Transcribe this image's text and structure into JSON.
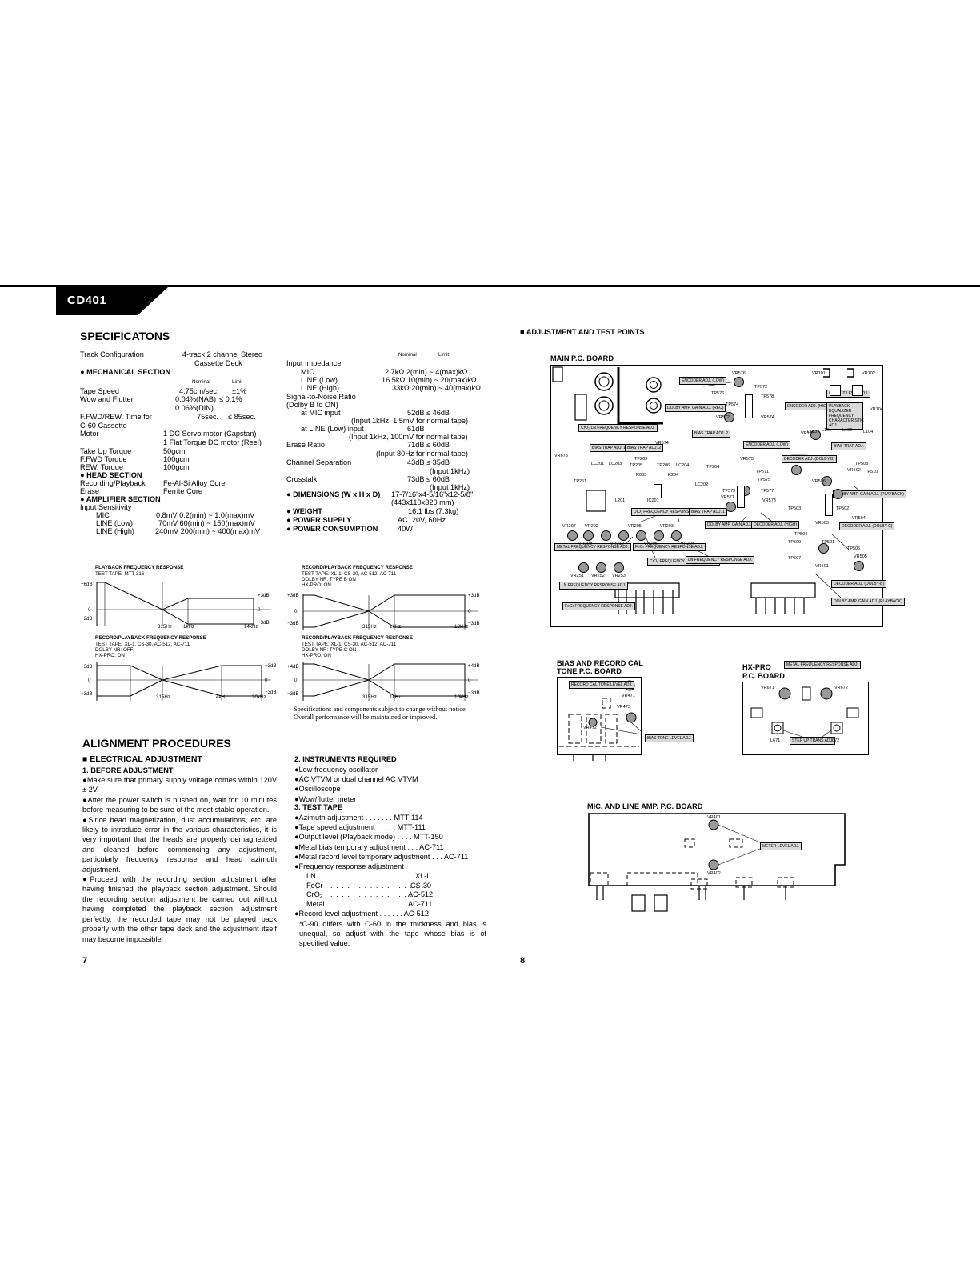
{
  "header": {
    "model": "CD401"
  },
  "specs": {
    "title": "SPECIFICATONS",
    "track_config_label": "Track Configuration",
    "track_config_value1": "4-track 2 channel Stereo",
    "track_config_value2": "Cassette Deck",
    "mechanical_heading": "●  MECHANICAL SECTION",
    "col_nominal": "Nominal",
    "col_limit": "Limit",
    "tape_speed": {
      "label": "Tape Speed",
      "nominal": "4.75cm/sec.",
      "limit": "±1%"
    },
    "wow": {
      "label": "Wow and Flutter",
      "nominal": "0.04%(NAB)",
      "limit": "≤  0.1%",
      "nominal2": "0.06%(DIN)"
    },
    "ffwd_time": {
      "label": "F.FWD/REW. Time for",
      "label2": "C-60 Cassette",
      "nominal": "75sec.",
      "limit": "≤  85sec."
    },
    "motor": {
      "label": "Motor",
      "value1": "1 DC Servo motor (Capstan)",
      "value2": "1 Flat Torque DC motor (Reel)"
    },
    "take_up": {
      "label": "Take Up Torque",
      "value": "50gcm"
    },
    "ffwd_torque": {
      "label": "F.FWD Torque",
      "value": "100gcm"
    },
    "rew_torque": {
      "label": "REW. Torque",
      "value": "100gcm"
    },
    "head_heading": "●  HEAD SECTION",
    "rec_pb": {
      "label": "Recording/Playback",
      "value": "Fe-Al-Si Alloy Core"
    },
    "erase": {
      "label": "Erase",
      "value": "Ferrite Core"
    },
    "amp_heading": "●  AMPLIFIER SECTION",
    "input_sens": "Input Sensitivity",
    "sens_rows": [
      {
        "label": "MIC",
        "value": "0.8mV  0.2(min) ~  1.0(max)mV"
      },
      {
        "label": "LINE (Low)",
        "value": "70mV  60(min) ~ 150(max)mV"
      },
      {
        "label": "LINE (High)",
        "value": "240mV  200(min) ~ 400(max)mV"
      }
    ],
    "right_nominal": "Nominal",
    "right_limit": "Limit",
    "input_impedance": "Input Impedance",
    "imp_rows": [
      {
        "label": "MIC",
        "value": "2.7kΩ    2(min) ~  4(max)kΩ"
      },
      {
        "label": "LINE (Low)",
        "value": "16.5kΩ  10(min) ~  20(max)kΩ"
      },
      {
        "label": "LINE (High)",
        "value": "33kΩ    20(min) ~  40(max)kΩ"
      }
    ],
    "snr_label": "Signal-to-Noise Ratio",
    "snr_label2": "(Dolby B to ON)",
    "snr_mic": "at MIC input",
    "snr_mic_value": "52dB  ≤  46dB",
    "snr_mic_note": "(Input 1kHz, 1.5mV for normal tape)",
    "snr_line": "at LINE (Low) input",
    "snr_line_value": "61dB",
    "snr_line_note": "(Input 1kHz, 100mV for normal tape)",
    "erase_ratio": "Erase Ratio",
    "erase_ratio_value": "71dB  ≤  60dB",
    "erase_ratio_note": "(Input 80Hz for normal tape)",
    "channel_sep": "Channel Separation",
    "channel_sep_value": "43dB  ≤  35dB",
    "channel_sep_note": "(Input 1kHz)",
    "crosstalk": "Crosstalk",
    "crosstalk_value": "73dB  ≤  60dB",
    "crosstalk_note": "(Input 1kHz)",
    "dimensions_label": "●  DIMENSIONS (W x H x D)",
    "dimensions_value": "17-7/16\"x4-5/16\"x12-5/8\"",
    "dimensions_value2": "(443x110x320 mm)",
    "weight_label": "●  WEIGHT",
    "weight_value": "16.1 lbs (7.3kg)",
    "power_label": "●  POWER SUPPLY",
    "power_value": "AC120V, 60Hz",
    "consumption_label": "●  POWER CONSUMPTION",
    "consumption_value": "40W"
  },
  "graphs": {
    "g1": {
      "title": "PLAYBACK FREQUENCY RESPONSE",
      "sub": [
        "TEST TAPE: MTT-316"
      ],
      "ytop": "+6dB",
      "ymid": "0",
      "ybot": "−2dB",
      "rtop": "+3dB",
      "rmid": "0",
      "rbot": "−3dB",
      "x": [
        "315Hz",
        "1kHz",
        "14kHz"
      ]
    },
    "g2": {
      "title": "RECORD/PLAYBACK FREQUENCY RESPONSE",
      "sub": [
        "TEST TAPE: XL-1, CS-30, AC-512, AC-711",
        "DOLBY NR: TYPE B ON",
        "HX-PRO: ON"
      ],
      "ytop": "+3dB",
      "ymid": "0",
      "ybot": "−3dB",
      "rtop": "+3dB",
      "rmid": "0",
      "rbot": "−3dB",
      "x": [
        "315Hz",
        "1kHz",
        "18kHz"
      ]
    },
    "g3": {
      "title": "RECORD/PLAYBACK FREQUENCY RESPONSE",
      "sub": [
        "TEST TAPE: XL-1, CS-30, AC-512, AC-711",
        "DOLBY NR: OFF",
        "HX-PRO: ON"
      ],
      "ytop": "+3dB",
      "ymid": "0",
      "ybot": "−3dB",
      "rtop": "+3dB",
      "rmid": "0",
      "rbot": "−3dB",
      "x": [
        "315Hz",
        "4kHz",
        "20kHz"
      ]
    },
    "g4": {
      "title": "RECORD/PLAYBACK FREQUENCY RESPONSE",
      "sub": [
        "TEST TAPE: XL-1, CS-30, AC-512, AC-711",
        "DOLBY NR: TYPE C ON",
        "HX-PRO: ON"
      ],
      "ytop": "+4dB",
      "ymid": "0",
      "ybot": "−3dB",
      "rtop": "+4dB",
      "rmid": "0",
      "rbot": "−3dB",
      "x": [
        "315Hz",
        "1kHz",
        "16kHz"
      ]
    }
  },
  "spec_note": [
    "Specifications and components subject to change without notice.",
    "Overall performance will be maintained or improved."
  ],
  "alignment": {
    "title": "ALIGNMENT PROCEDURES",
    "elec": "■  ELECTRICAL ADJUSTMENT",
    "before": "1. BEFORE ADJUSTMENT",
    "bullets": [
      "●Make sure that primary supply voltage comes within 120V ± 2V.",
      "●After the power switch is pushed on, wait for 10 minutes before measuring to be sure of the most stable operation.",
      "●Since head magnetization, dust accumulations, etc. are likely to introduce error in the various characteristics, it is very important that the heads are properly demagnetized and cleaned before commencing any adjustment, particularly frequency response and head azimuth adjustment.",
      "●Proceed with the recording section adjustment after having finished the playback section adjustment. Should the recording section adjustment be carried out without having completed the playback section adjustment perfectly, the recorded tape may not be played back properly with the other tape deck and the adjustment itself may become impossible."
    ],
    "instruments": "2. INSTRUMENTS REQUIRED",
    "inst_list": [
      "●Low frequency oscillator",
      "●AC VTVM or dual channel AC VTVM",
      "●Oscilloscope",
      "●Wow/flutter meter"
    ],
    "testtape": "3. TEST TAPE",
    "tape_list": [
      "●Azimuth adjustment . . . . . . . MTT-114",
      "●Tape speed adjustment . . . . . MTT-111",
      "●Output level (Playback mode) . . . . MTT-150",
      "●Metal bias temporary adjustment . . . AC-711",
      "●Metal record level temporary adjustment . . . AC-711",
      "●Frequency response adjustment"
    ],
    "freq_rows": [
      {
        "label": "LN",
        "value": "XL-I"
      },
      {
        "label": "FeCr",
        "value": "CS-30"
      },
      {
        "label": "CrO₂",
        "value": "AC-512"
      },
      {
        "label": "Metal",
        "value": "AC-711"
      }
    ],
    "rec_level": "●Record level adjustment . . . . . . AC-512",
    "c90_note": "*C-90 differs with C-60 in the thickness and bias is unequal, so adjust with the tape whose bias is of specified value."
  },
  "right": {
    "adj_title": "■  ADJUSTMENT AND TEST POINTS",
    "main_pcb": "MAIN P.C. BOARD",
    "bias_pcb1": "BIAS AND RECORD CAL",
    "bias_pcb2": "TONE P.C. BOARD",
    "hx_pcb1": "HX-PRO",
    "hx_pcb2": "P.C. BOARD",
    "mic_pcb": "MIC. AND LINE AMP. P.C. BOARD",
    "main_boxes": [
      "ENCODER ADJ. (LOW)",
      "DOLBY AMP. GAIN ADJ. (REC)",
      "CrO₂ LN FREQUENCY RESPONSE ADJ.",
      "BIAS TRAP ADJ. 2",
      "BIAS TRAP ADJ. 1",
      "BIAS TRAP ADJ. 2",
      "ENCODER ADJ. (LOW)",
      "ENCODER ADJ. (HIGH)",
      "PLAYBACK EQUALIZER FREQUENCY CHARACTERISTIC ADJ.",
      "OUTPUT LEVEL ADJ.",
      "DECODER ADJ. (DOLBY-B)",
      "BIAS TRAP ADJ.",
      "DOLBY AMP. GAIN ADJ. (PLAYBACK)",
      "DIO₂ FREQUENCY RESPONSE ADJ.",
      "BIAS TRAP ADJ. 1",
      "DOLBY AMP. GAIN ADJ. (REC)",
      "DECODER ADJ. (HIGH)",
      "DECODER ADJ. (DOLBY-C)",
      "METAL FREQUENCY RESPONSE ADJ.",
      "FeCr FREQUENCY RESPONSE ADJ.",
      "CrO₂ FREQUENCY RESPONSE ADJ.",
      "LN FREQUENCY RESPONSE ADJ.",
      "DECODER ADJ. (DOLBY-B)",
      "DOLBY AMP. GAIN ADJ. (PLAYBACK)",
      "LN FREQUENCY RESPONSE ADJ.",
      "FeCr FREQUENCY RESPONSE ADJ."
    ],
    "main_labels": [
      "VR576",
      "TP576",
      "TP572",
      "TP578",
      "VR101",
      "VR102",
      "TP574",
      "VR572",
      "VR574",
      "VR103",
      "VR104",
      "L101",
      "L102",
      "L103",
      "L104",
      "VR673",
      "LC201",
      "LC203",
      "TP203",
      "TP205",
      "TP206",
      "LC204",
      "TP204",
      "VR674",
      "TP251",
      "R033",
      "R234",
      "LC202",
      "TP571",
      "TP575",
      "VR575",
      "VR506",
      "VR502",
      "TP508",
      "TP510",
      "L201",
      "IC201",
      "VR571",
      "TP573",
      "TP577",
      "VR573",
      "TP503",
      "TP502",
      "VR207",
      "VR202",
      "VR205",
      "VR203",
      "VR208",
      "VR210",
      "VR206",
      "VR204",
      "TP504",
      "VR503",
      "VR504",
      "TP509",
      "TP501",
      "TP505",
      "TP507",
      "VR505",
      "VR251",
      "VR252",
      "VR253",
      "VR501"
    ],
    "bias_boxes": [
      "RECORD CAL TONE LEVEL ADJ.",
      "BIAS TONE LEVEL ADJ."
    ],
    "bias_labels": [
      "VR471",
      "VR473",
      "VR472"
    ],
    "hx_boxes": [
      "METAL FREQUENCY RESPONSE ADJ.",
      "STEP UP TRANS ADJ."
    ],
    "hx_labels": [
      "VR671",
      "VR672",
      "L671",
      "L672"
    ],
    "mic_boxes": [
      "METER LEVEL ADJ."
    ],
    "mic_labels": [
      "VR401",
      "VR402"
    ]
  },
  "footer": {
    "page_left": "7",
    "page_right": "8"
  }
}
